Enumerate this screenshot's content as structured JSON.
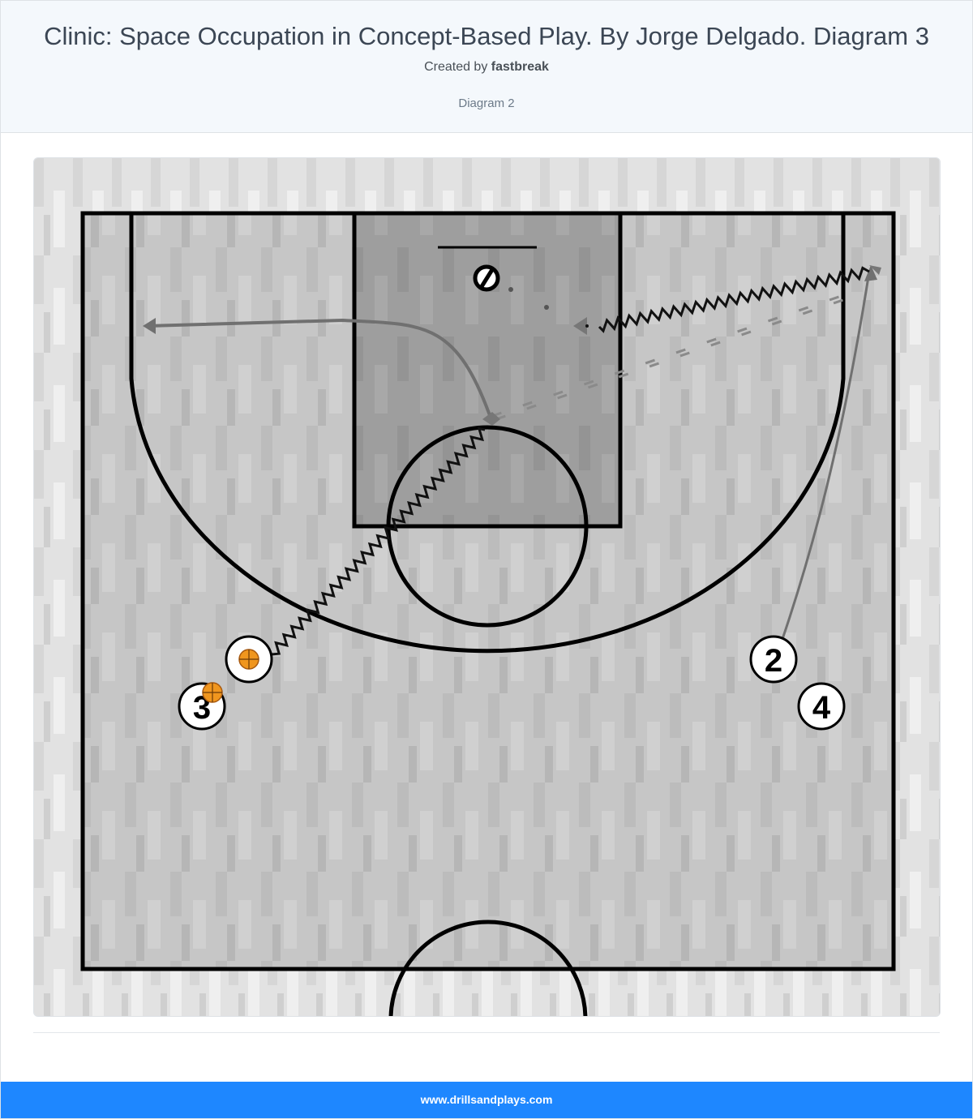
{
  "header": {
    "title": "Clinic: Space Occupation in Concept-Based Play. By Jorge Delgado. Diagram 3",
    "created_by_prefix": "Created by ",
    "author": "fastbreak",
    "diagram_label": "Diagram 2"
  },
  "diagram": {
    "players": [
      {
        "label": "2"
      },
      {
        "label": "3"
      },
      {
        "label": "4"
      }
    ],
    "icons": [
      "basketball-icon",
      "hoop-icon"
    ],
    "colors": {
      "court_fill": "#c4c4c4",
      "paint_fill": "#9a9a9a",
      "line_color": "#000000",
      "movement_color": "#6e6e6e",
      "ball_color": "#f0961e"
    }
  },
  "footer": {
    "link_text": "www.drillsandplays.com"
  }
}
